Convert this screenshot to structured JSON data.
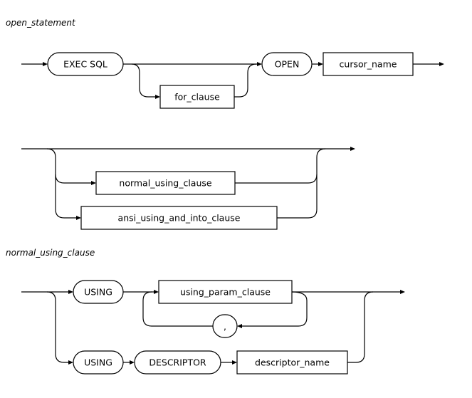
{
  "titles": {
    "open_statement": "open_statement",
    "normal_using_clause": "normal_using_clause"
  },
  "open_statement": {
    "exec_sql": "EXEC SQL",
    "for_clause": "for_clause",
    "open": "OPEN",
    "cursor_name": "cursor_name",
    "normal_using_clause": "normal_using_clause",
    "ansi_using_and_into_clause": "ansi_using_and_into_clause"
  },
  "normal_using_clause": {
    "using_1": "USING",
    "using_param_clause": "using_param_clause",
    "comma": ",",
    "using_2": "USING",
    "descriptor": "DESCRIPTOR",
    "descriptor_name": "descriptor_name"
  }
}
